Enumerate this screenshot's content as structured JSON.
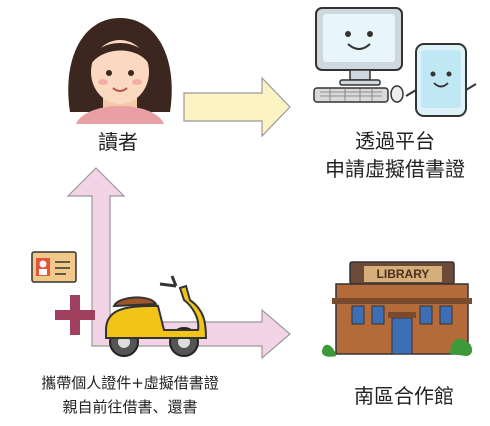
{
  "labels": {
    "reader": "讀者",
    "platform_line1": "透過平台",
    "platform_line2": "申請虛擬借書證",
    "steps_line1": "攜帶個人證件+虛擬借書證",
    "steps_line2": "親自前往借書、還書",
    "library": "南區合作館",
    "library_sign": "LIBRARY"
  },
  "colors": {
    "arrow_yellow": "#fcf3c2",
    "arrow_pink": "#f3d4e6",
    "arrow_outline": "#999999",
    "plus": "#a0405e",
    "scooter": "#f2c418",
    "library_wall": "#b56a3a",
    "library_roof": "#6b4a3a"
  }
}
